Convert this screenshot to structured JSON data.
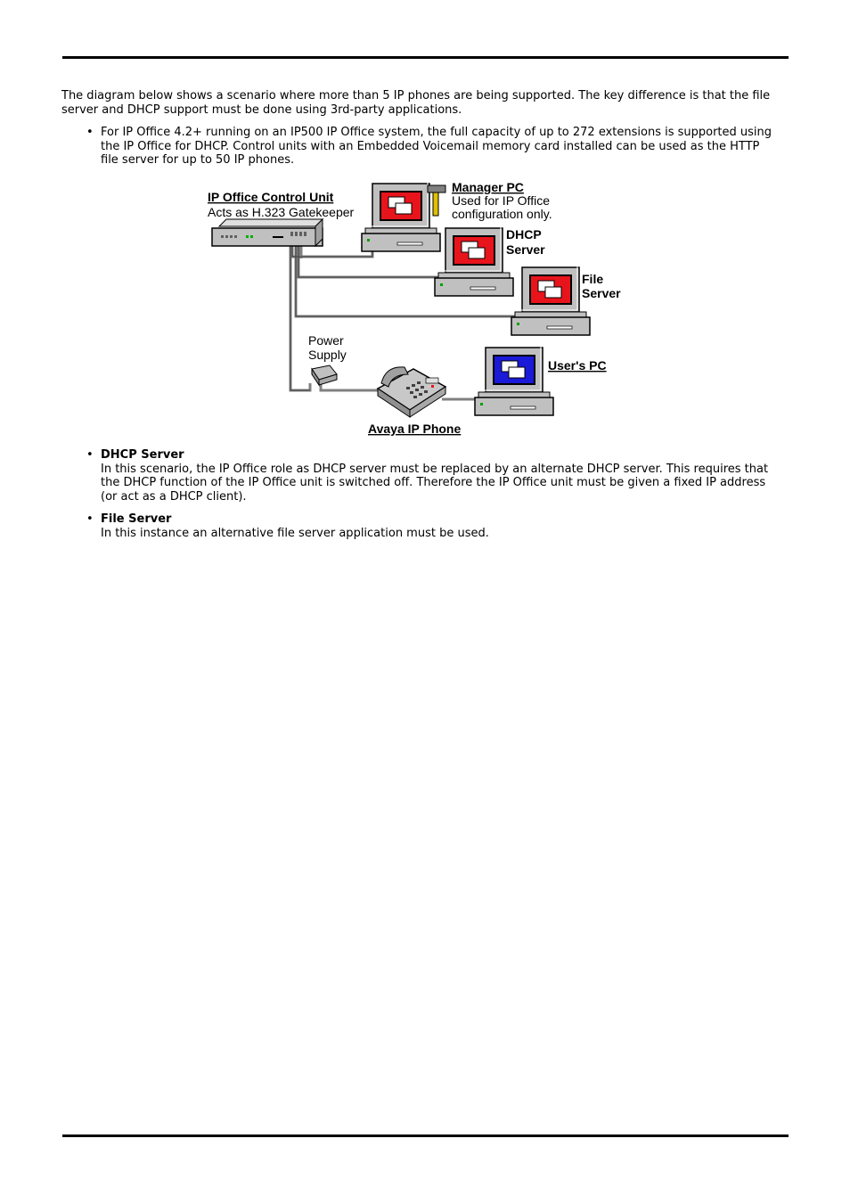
{
  "intro": "The diagram below shows a scenario where more than 5 IP phones are being supported. The key difference is that the file server and DHCP support must be done using 3rd-party applications.",
  "note_bullet": "For IP Office 4.2+ running on an IP500 IP Office system, the full capacity of up to 272 extensions is supported using the IP Office for DHCP. Control units with an Embedded Voicemail memory card installed can be used as the HTTP file server for up to 50 IP phones.",
  "diagram": {
    "control_unit_title": "IP Office Control Unit",
    "control_unit_sub": "Acts as H.323 Gatekeeper",
    "manager_title": "Manager PC",
    "manager_line1": "Used for IP Office",
    "manager_line2": "configuration only.",
    "dhcp_line1": "DHCP",
    "dhcp_line2": "Server",
    "file_line1": "File",
    "file_line2": "Server",
    "power_line1": "Power",
    "power_line2": "Supply",
    "users_pc": "User's PC",
    "phone": "Avaya IP Phone",
    "colors": {
      "screen_red": "#e8141c",
      "screen_blue": "#1a1ad8",
      "case": "#c0c0c0",
      "cable": "#808080"
    },
    "icons": [
      "control-unit-icon",
      "computer-icon",
      "hammer-icon",
      "power-supply-icon",
      "phone-icon"
    ]
  },
  "items": [
    {
      "title": "DHCP Server",
      "body": "In this scenario, the IP Office role as DHCP server must be replaced by an alternate DHCP server. This requires that the DHCP function of the IP Office unit is switched off. Therefore the IP Office unit must be given a fixed IP address (or act as a DHCP client)."
    },
    {
      "title": "File Server",
      "body": "In this instance an alternative file server application must be used."
    }
  ]
}
